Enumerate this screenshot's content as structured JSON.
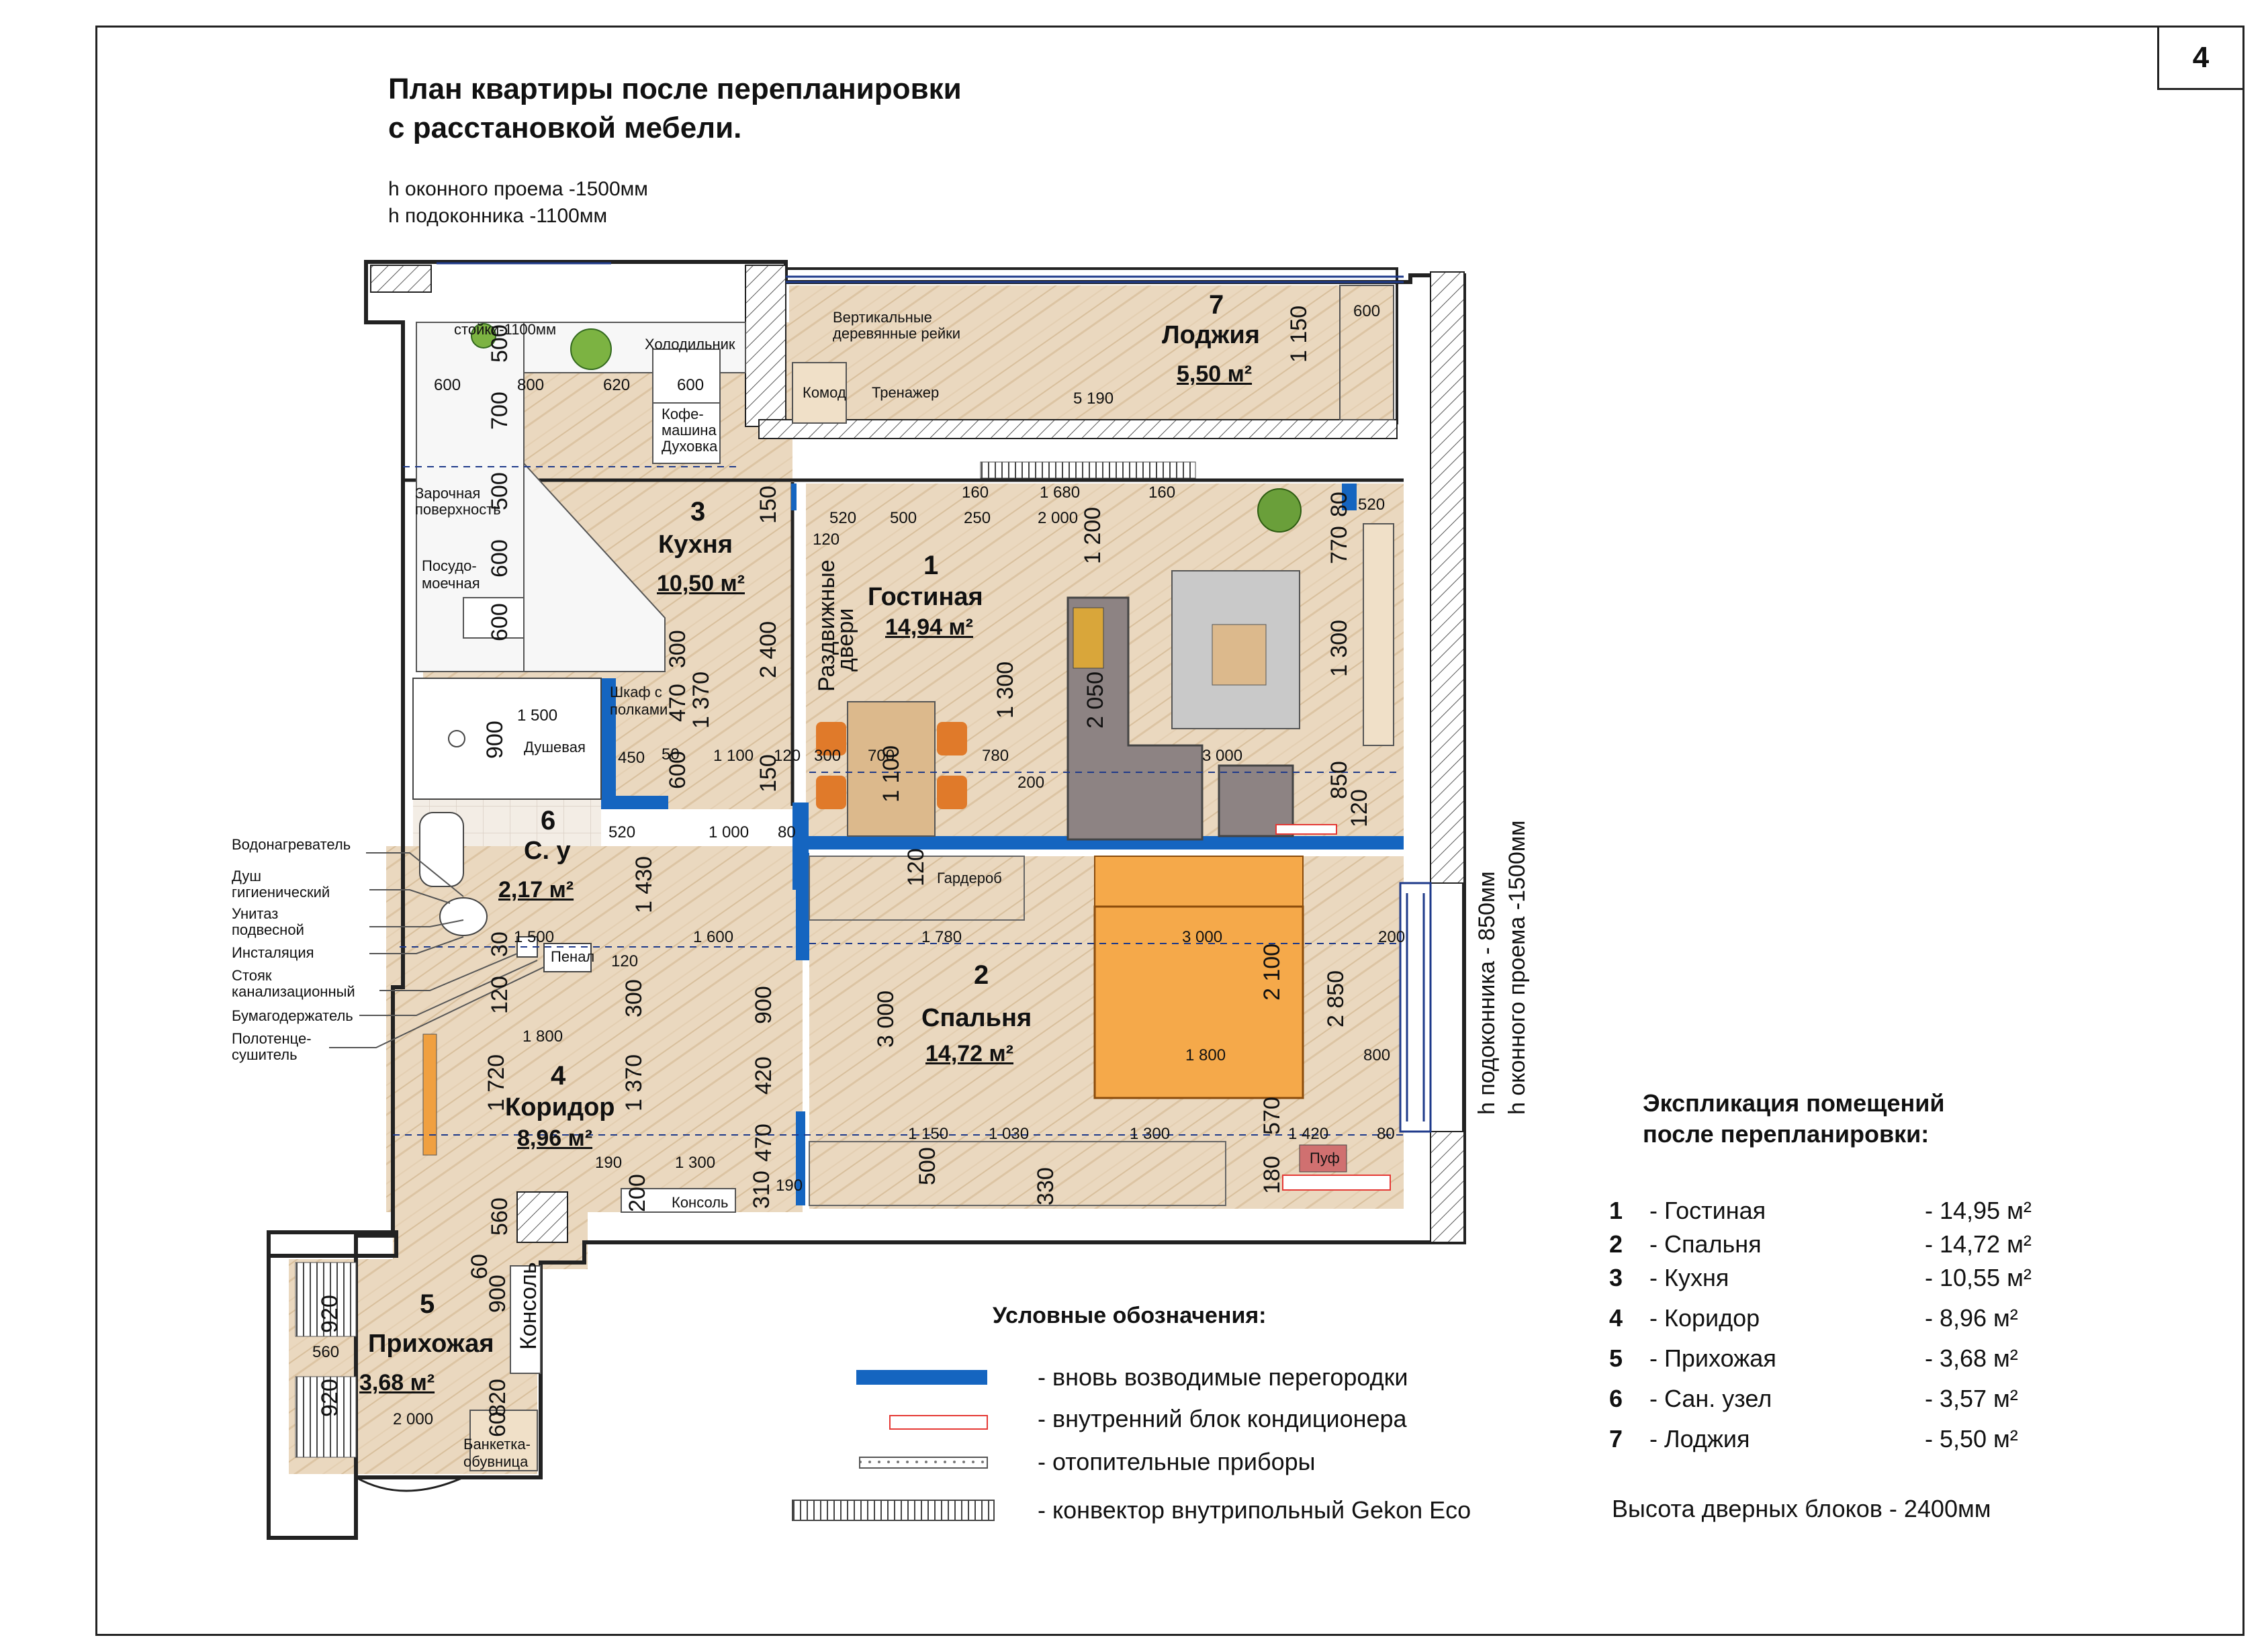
{
  "page_number": "4",
  "title_line1": "План квартиры после перепланировки",
  "title_line2": "с расстановкой мебели.",
  "notes": {
    "window_height": "h оконного проема -1500мм",
    "sill_height": "h подоконника -1100мм",
    "right_sill": "h подоконника - 850мм",
    "right_window": "h оконного проема -1500мм"
  },
  "rooms": [
    {
      "num": "1",
      "name": "Гостиная",
      "area": "14,94 м²"
    },
    {
      "num": "2",
      "name": "Спальня",
      "area": "14,72 м²"
    },
    {
      "num": "3",
      "name": "Кухня",
      "area": "10,50 м²"
    },
    {
      "num": "4",
      "name": "Коридор",
      "area": "8,96 м²"
    },
    {
      "num": "5",
      "name": "Прихожая",
      "area": "3,68 м²"
    },
    {
      "num": "6",
      "name": "С. у",
      "area": "2,17 м²"
    },
    {
      "num": "7",
      "name": "Лоджия",
      "area": "5,50 м²"
    }
  ],
  "furniture_labels": {
    "racks": "стойки-1100мм",
    "fridge": "Холодильник",
    "coffee": "Кофе-",
    "coffee2": "машина",
    "oven": "Духовка",
    "hob1": "Зарочная",
    "hob2": "поверхность",
    "dish1": "Посудо-",
    "dish2": "моечная",
    "wardrobe1": "Шкаф с",
    "wardrobe2": "полками",
    "shower": "Душевая",
    "sliding1": "Раздвижные",
    "sliding2": "двери",
    "vert_slats1": "Вертикальные",
    "vert_slats2": "деревянные рейки",
    "dresser": "Комод",
    "trainer": "Тренажер",
    "garderob": "Гардероб",
    "pouf": "Пуф",
    "console": "Консоль",
    "console2": "Консоль",
    "pencil": "Пенал",
    "bench1": "Банкетка-",
    "bench2": "обувница"
  },
  "bathroom_callouts": [
    "Водонагреватель",
    "Душ",
    "гигиенический",
    "Унитаз",
    "подвесной",
    "Инсталяция",
    "Стояк",
    "канализационный",
    "Бумагодержатель",
    "Полотенце-",
    "сушитель"
  ],
  "dimensions": {
    "k600a": "600",
    "k800": "800",
    "k620": "620",
    "k600b": "600",
    "k500a": "500",
    "k700": "700",
    "k500b": "500",
    "k600c": "600",
    "k600d": "600",
    "k150a": "150",
    "k120a": "120",
    "k2400": "2 400",
    "k300a": "300",
    "k470a": "470",
    "k1370a": "1 370",
    "k600e": "600",
    "k150b": "150",
    "k450": "450",
    "k50": "50",
    "k1100a": "1 100",
    "k120b": "120",
    "k300b": "300",
    "k700b": "700",
    "k1500a": "1 500",
    "k900a": "900",
    "l5190": "5 190",
    "l600": "600",
    "l1150": "1 150",
    "g160a": "160",
    "g1680": "1 680",
    "g160b": "160",
    "g520a": "520",
    "g500": "500",
    "g250": "250",
    "g2000": "2 000",
    "g80a": "80",
    "g520b": "520",
    "g1200": "1 200",
    "g770": "770",
    "g1300a": "1 300",
    "g1300b": "1 300",
    "g2050": "2 050",
    "g780": "780",
    "g200a": "200",
    "g3000a": "3 000",
    "g850": "850",
    "g120c": "120",
    "g1100b": "1 100",
    "c520": "520",
    "c1000": "1 000",
    "c80b": "80",
    "c1430": "1 430",
    "c120d": "120",
    "c1600": "1 600",
    "c300c": "300",
    "c900b": "900",
    "c420": "420",
    "c1800a": "1 800",
    "c1720": "1 720",
    "c1370b": "1 370",
    "c470b": "470",
    "c190a": "190",
    "c1300c": "1 300",
    "c190b": "190",
    "c200b": "200",
    "c310": "310",
    "c120e": "120",
    "s120f": "120",
    "s1780": "1 780",
    "s3000b": "3 000",
    "s2100": "2 100",
    "s2850": "2 850",
    "s200c": "200",
    "s1800b": "1 800",
    "s800b": "800",
    "s3000c": "3 000",
    "s1150b": "1 150",
    "s1030": "1 030",
    "s1300d": "1 300",
    "s570": "570",
    "s1420": "1 420",
    "s80c": "80",
    "s500c": "500",
    "s330": "330",
    "s180": "180",
    "b1500b": "1 500",
    "b30": "30",
    "h560a": "560",
    "h60a": "60",
    "h920a": "920",
    "h560b": "560",
    "h900c": "900",
    "h920b": "920",
    "h2000": "2 000",
    "h820": "820",
    "h60b": "60"
  },
  "legend": {
    "title": "Условные обозначения:",
    "items": [
      {
        "label": "- вновь возводимые перегородки",
        "color": "#1565c0"
      },
      {
        "label": "- внутренний блок кондиционера",
        "color": "#e53935"
      },
      {
        "label": "- отопительные приборы",
        "color": "#777777"
      },
      {
        "label": "- конвектор внутрипольный Gekon Eco",
        "color": "#555555"
      }
    ]
  },
  "explication": {
    "title1": "Экспликация помещений",
    "title2": "после перепланировки:",
    "rows": [
      {
        "num": "1",
        "name": "- Гостиная",
        "area": "- 14,95 м²"
      },
      {
        "num": "2",
        "name": "- Спальня",
        "area": "- 14,72 м²"
      },
      {
        "num": "3",
        "name": "- Кухня",
        "area": "- 10,55 м²"
      },
      {
        "num": "4",
        "name": "- Коридор",
        "area": "- 8,96 м²"
      },
      {
        "num": "5",
        "name": "- Прихожая",
        "area": "- 3,68 м²"
      },
      {
        "num": "6",
        "name": "- Сан. узел",
        "area": "- 3,57 м²"
      },
      {
        "num": "7",
        "name": "- Лоджия",
        "area": "- 5,50 м²"
      }
    ],
    "door_height": "Высота дверных блоков - 2400мм"
  },
  "colors": {
    "floor_wood": "#ead8bf",
    "floor_tile": "#f2ece4",
    "wall": "#ffffff",
    "new_partition": "#1565c0",
    "bed": "#f5a94a",
    "sofa": "#8d8383",
    "chair": "#e07a2a"
  }
}
